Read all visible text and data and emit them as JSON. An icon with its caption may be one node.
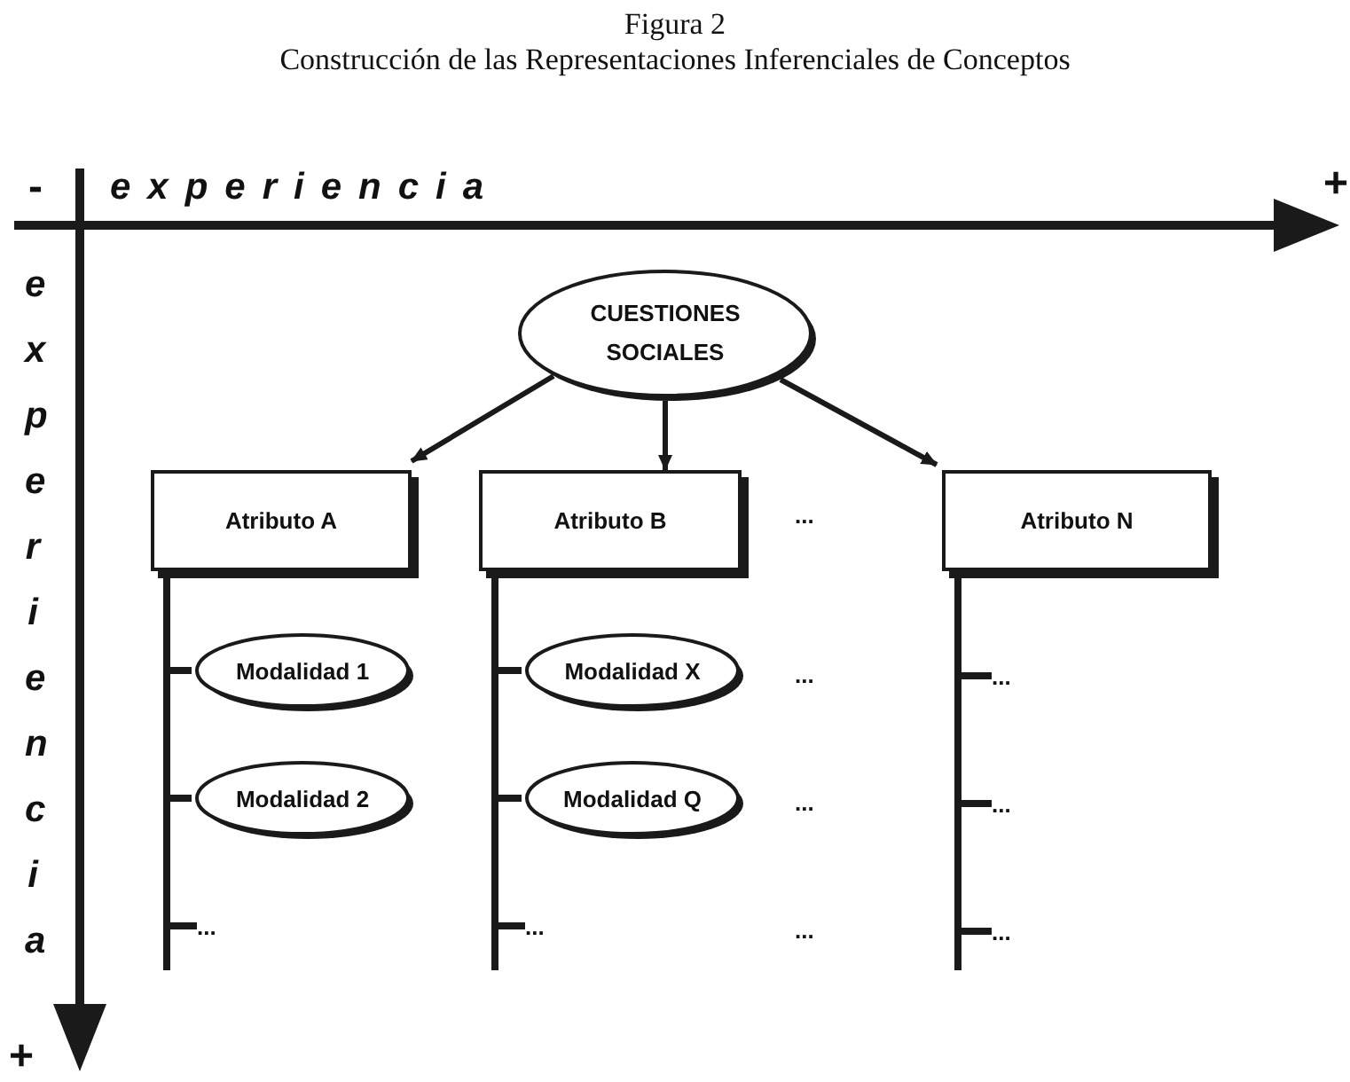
{
  "diagram": {
    "title": "Figura 2",
    "nodes": [
      {
        "text": [
          "CUESTIONES SOCIALES"
        ]
      },
      {
        "text": [
          "Atributo A"
        ]
      },
      {
        "text": [
          "Atributo B"
        ]
      },
      {
        "text": [
          "Atributo N"
        ]
      },
      {
        "text": [
          "Modalidad 1"
        ]
      },
      {
        "text": [
          "Modalidad X"
        ]
      },
      {
        "text": [
          "..."
        ]
      },
      {
        "text": [
          "Modalidad 2"
        ]
      },
      {
        "text": [
          "Modalidad Q"
        ]
      },
      {
        "text": [
          "..."
        ]
      },
      {
        "text": [
          "..."
        ]
      },
      {
        "text": [
          "..."
        ]
      },
      {
        "text": [
          "..."
        ]
      }
    ],
    "edges": [
      {
        "from": 0,
        "to": 1,
        "arrow": "to"
      },
      {
        "from": 0,
        "to": 2,
        "arrow": "to"
      },
      {
        "from": 0,
        "to": 3,
        "arrow": "to"
      },
      {
        "from": 1,
        "to": 4,
        "arrow": "none"
      },
      {
        "from": 1,
        "to": 7,
        "arrow": "none"
      },
      {
        "from": 1,
        "to": 10,
        "arrow": "none"
      },
      {
        "from": 2,
        "to": 5,
        "arrow": "none"
      },
      {
        "from": 2,
        "to": 8,
        "arrow": "none"
      },
      {
        "from": 2,
        "to": 11,
        "arrow": "none"
      },
      {
        "from": 3,
        "to": 6,
        "arrow": "none"
      },
      {
        "from": 3,
        "to": 9,
        "arrow": "none"
      },
      {
        "from": 3,
        "to": 12,
        "arrow": "none"
      }
    ],
    "labels": [
      "Construcción de las Representaciones Inferenciales de Conceptos",
      "-",
      "experiencia",
      "+",
      "experiencia",
      "...",
      "...",
      "...",
      "...",
      "+"
    ]
  }
}
